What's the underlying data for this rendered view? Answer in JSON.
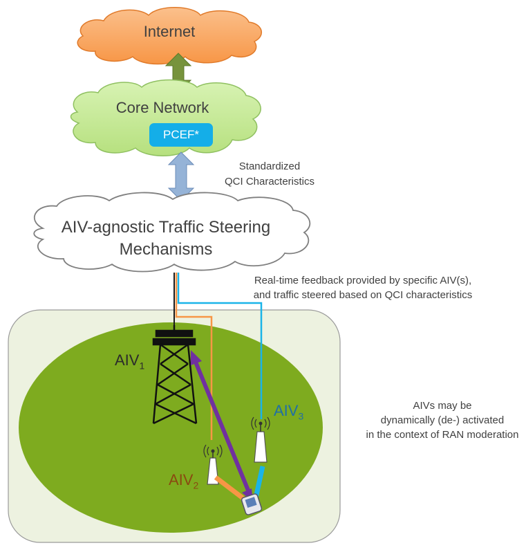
{
  "internet": {
    "label": "Internet"
  },
  "core_network": {
    "label": "Core Network",
    "pcef_label": "PCEF*"
  },
  "qci_characteristics": {
    "line1": "Standardized",
    "line2": "QCI Characteristics"
  },
  "traffic_steering": {
    "line1": "AIV-agnostic Traffic Steering",
    "line2": "Mechanisms"
  },
  "feedback_note": {
    "line1": "Real-time feedback provided by specific AIV(s),",
    "line2": "and traffic steered based on QCI characteristics"
  },
  "aiv_labels": {
    "aiv1": {
      "name": "AIV",
      "sub": "1"
    },
    "aiv2": {
      "name": "AIV",
      "sub": "2"
    },
    "aiv3": {
      "name": "AIV",
      "sub": "3"
    }
  },
  "aiv_note": {
    "line1": "AIVs may be",
    "line2": "dynamically (de-) activated",
    "line3": "in the context of RAN moderation"
  },
  "colors": {
    "internet_cloud": "#f7a45c",
    "core_cloud": "#c6eb9a",
    "pcef": "#14aee8",
    "green_arrow": "#77933c",
    "blue_arrow": "#95b3d7",
    "ran_area": "#edf2e0",
    "coverage_ellipse": "#7eab1f",
    "aiv1_link": "#7030a0",
    "aiv2_link": "#f79646",
    "aiv3_link": "#1ab4e8"
  }
}
